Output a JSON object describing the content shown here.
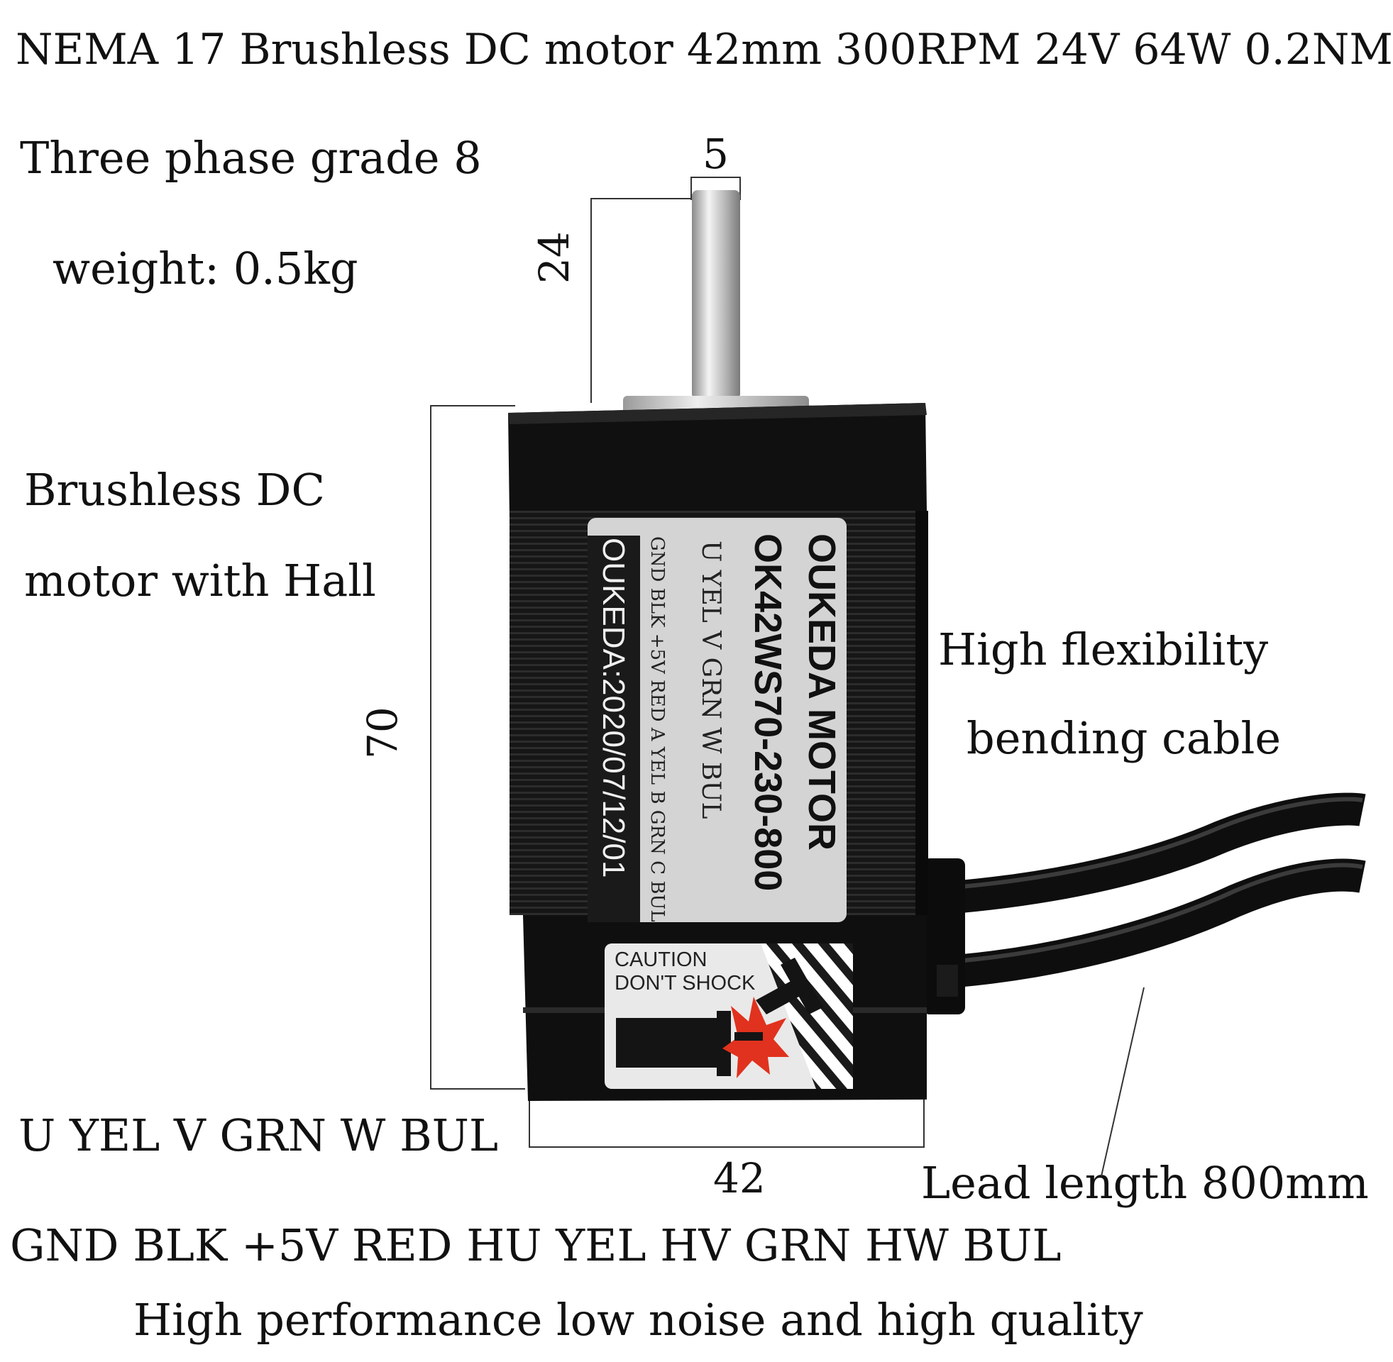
{
  "header": {
    "title": "NEMA 17 Brushless DC motor 42mm 300RPM 24V 64W 0.2NM",
    "phase": "Three phase grade 8",
    "weight": "weight: 0.5kg"
  },
  "left_text": {
    "line1": "Brushless DC",
    "line2": "motor with Hall"
  },
  "right_text": {
    "line1": "High flexibility",
    "line2": "bending cable",
    "lead": "Lead length 800mm"
  },
  "dimensions": {
    "shaft_diameter": "5",
    "shaft_length": "24",
    "body_length": "70",
    "body_width": "42"
  },
  "motor_label": {
    "brand": "OUKEDA MOTOR",
    "model": "OK42WS70-230-800",
    "phase_wires": "U YEL V GRN W BUL",
    "hall_wires": "GND BLK +5V RED A YEL B GRN C BUL",
    "date": "OUKEDA:2020/07/12/01"
  },
  "caution": {
    "line1": "CAUTION",
    "line2": "DON'T SHOCK"
  },
  "wiring": {
    "phase": "U YEL V GRN W BUL",
    "hall": "GND BLK +5V RED HU YEL HV GRN HW BUL"
  },
  "footer": {
    "tagline": "High performance low noise and high quality"
  },
  "colors": {
    "motor_body": "#141414",
    "label_bg": "#d4d4d4",
    "shaft": "#c9c9c9",
    "warning_red": "#e0321e"
  }
}
